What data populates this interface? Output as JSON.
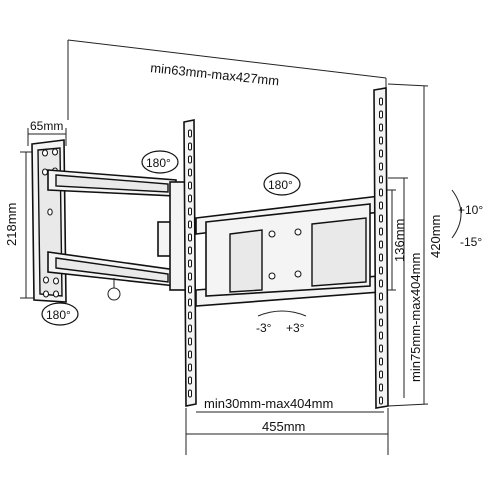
{
  "labels": {
    "top_range": "min63mm-max427mm",
    "wall_plate_width": "65mm",
    "wall_plate_height": "218mm",
    "swivel_top_left": "180°",
    "swivel_center": "180°",
    "swivel_bottom_left": "180°",
    "vertical_spacing": "136mm",
    "vertical_range": "min75mm-max404mm",
    "total_height": "420mm",
    "tilt_up": "+10°",
    "tilt_down": "-15°",
    "level_minus": "-3°",
    "level_plus": "+3°",
    "horizontal_range": "min30mm-max404mm",
    "total_width": "455mm"
  }
}
